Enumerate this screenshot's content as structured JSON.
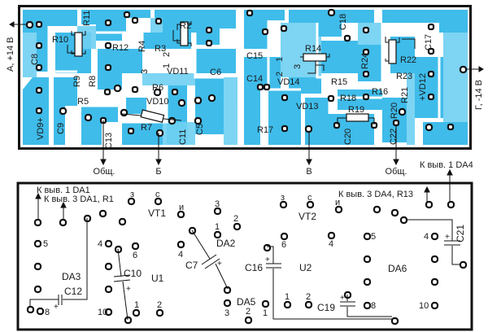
{
  "colors": {
    "board_fill": "#5fc9ef",
    "copper": "#33b5e8",
    "gap": "#ffffff",
    "outline": "#1a1a1a",
    "pad": "#111111",
    "text": "#1a1a1a"
  },
  "top_board": {
    "side_labels": {
      "left": "A, +14 B",
      "right": "Г, -14 B"
    },
    "bottom_terminals": [
      {
        "id": "common-left",
        "label": "Общ."
      },
      {
        "id": "b",
        "label": "Б"
      },
      {
        "id": "v",
        "label": "В"
      },
      {
        "id": "common-right",
        "label": "Общ."
      }
    ],
    "components": [
      {
        "ref": "R10"
      },
      {
        "ref": "R11"
      },
      {
        "ref": "R12"
      },
      {
        "ref": "R4"
      },
      {
        "ref": "R3"
      },
      {
        "ref": "R2"
      },
      {
        "ref": "C8"
      },
      {
        "ref": "R9"
      },
      {
        "ref": "R8"
      },
      {
        "ref": "R6"
      },
      {
        "ref": "R5"
      },
      {
        "ref": "VD11"
      },
      {
        "ref": "VD10"
      },
      {
        "ref": "R7"
      },
      {
        "ref": "C6"
      },
      {
        "ref": "C9"
      },
      {
        "ref": "C13"
      },
      {
        "ref": "C11"
      },
      {
        "ref": "C5"
      },
      {
        "ref": "VD9+"
      },
      {
        "ref": "C15"
      },
      {
        "ref": "C14"
      },
      {
        "ref": "R14"
      },
      {
        "ref": "R15"
      },
      {
        "ref": "VD14"
      },
      {
        "ref": "VD13"
      },
      {
        "ref": "R17"
      },
      {
        "ref": "C18"
      },
      {
        "ref": "R24"
      },
      {
        "ref": "R22"
      },
      {
        "ref": "R23"
      },
      {
        "ref": "C17"
      },
      {
        "ref": "R16"
      },
      {
        "ref": "R18"
      },
      {
        "ref": "R19"
      },
      {
        "ref": "R20"
      },
      {
        "ref": "R21"
      },
      {
        "ref": "+VD12"
      },
      {
        "ref": "C20"
      },
      {
        "ref": "C22"
      }
    ],
    "pin_numbers": {
      "vd11_a": "1",
      "vd11_b": "2",
      "vd11_c": "3",
      "vd14_a": "1",
      "vd14_b": "2",
      "vd14_c": "3"
    }
  },
  "bottom_board": {
    "notes": {
      "da1_pin1": "К выв. 1 DA1",
      "da1_pin3": "К выв. 3 DA1, R1",
      "da4_pin3": "К выв. 3 DA4, R13",
      "da4_pin1": "К выв. 1 DA4"
    },
    "components": {
      "vt1": "VT1",
      "vt2": "VT2",
      "da2": "DA2",
      "da3": "DA3",
      "da5": "DA5",
      "da6": "DA6",
      "u1": "U1",
      "u2": "U2",
      "c7": "C7",
      "c10": "C10",
      "c12": "C12",
      "c16": "C16",
      "c19": "C19",
      "c21": "C21"
    },
    "pin_labels": {
      "vt1_z": "з",
      "vt1_c": "с",
      "vt1_i": "и",
      "vt2_z": "з",
      "vt2_c": "с",
      "vt2_i": "и",
      "da2_3": "3",
      "da2_2": "2",
      "da2_1": "1",
      "da2_4": "4",
      "da3_5": "5",
      "da3_8": "8",
      "da3_4": "4",
      "da3_6": "6",
      "da3_10": "10",
      "u1_1": "1",
      "u1_2": "2",
      "u2_6": "6",
      "u2_1": "1",
      "u2_2": "2",
      "u2_4": "4",
      "da5_3": "3",
      "da5_2": "2",
      "da5_1": "1",
      "da6_5": "5",
      "da6_4": "4",
      "da6_8": "8",
      "da6_10": "10"
    },
    "polarity_mark": "+"
  }
}
